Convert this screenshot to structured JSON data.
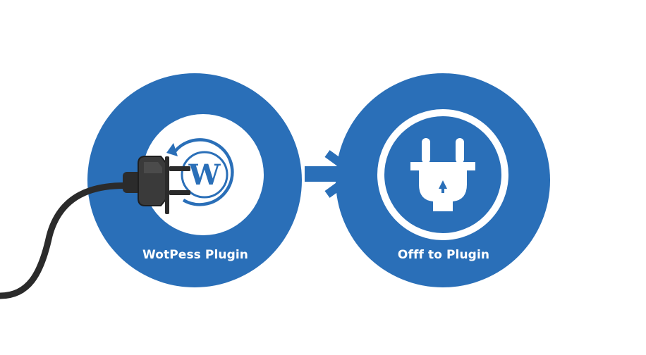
{
  "nodes": [
    {
      "id": "wordpress-plugin",
      "label": "WotPess Plugin",
      "icon": "wordpress-refresh-icon"
    },
    {
      "id": "off-to-plugin",
      "label": "Offf to Plugin",
      "icon": "power-plug-icon"
    }
  ],
  "edges": [
    {
      "from": "wordpress-plugin",
      "to": "off-to-plugin",
      "style": "arrow"
    }
  ],
  "logo_letter": "W",
  "colors": {
    "circle": "#2a6fb8",
    "inner": "#ffffff",
    "cable": "#2b2b2b",
    "plug_body": "#3a3a3a",
    "background": "#ffffff"
  }
}
